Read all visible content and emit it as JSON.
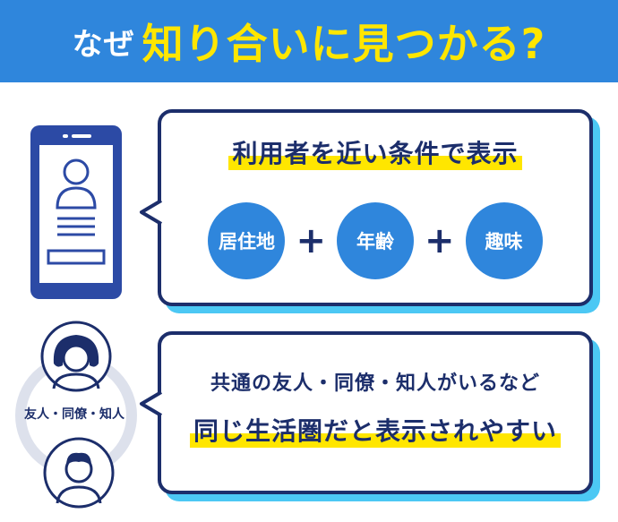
{
  "header": {
    "prefix": "なぜ",
    "title": "知り合いに見つかる?"
  },
  "panel1": {
    "headline": "利用者を近い条件で表示",
    "conditions": [
      "居住地",
      "年齢",
      "趣味"
    ],
    "plus": "+"
  },
  "panel2": {
    "line1": "共通の友人・同僚・知人がいるなど",
    "line2": "同じ生活圏だと表示されやすい"
  },
  "people": {
    "label": "友人・同僚・知人"
  },
  "colors": {
    "banner": "#2f86dc",
    "accent_yellow": "#ffe600",
    "navy": "#1c2e6b",
    "shadow": "#4cc8f4",
    "ring": "#dde1ec"
  }
}
